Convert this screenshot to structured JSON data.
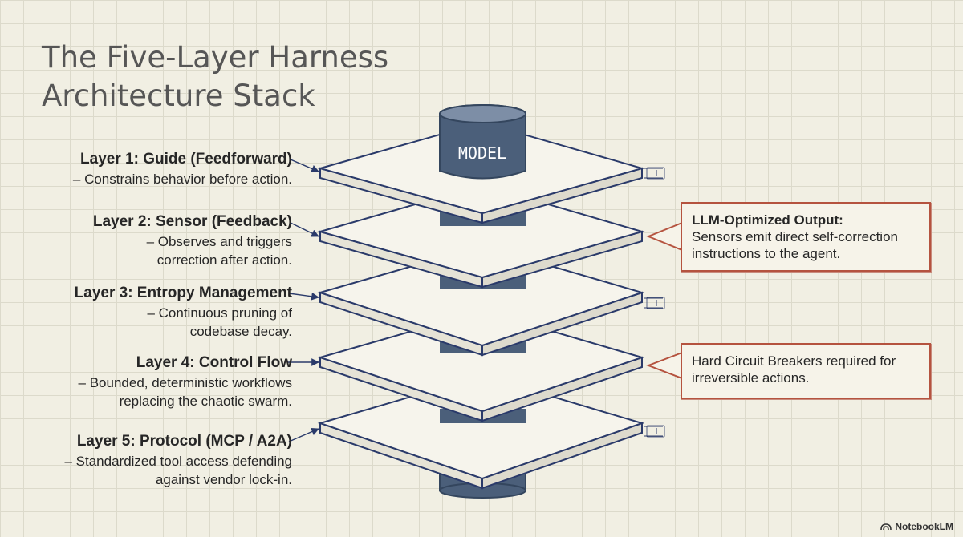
{
  "title": {
    "line1": "The Five-Layer Harness",
    "line2": "Architecture Stack"
  },
  "model_label": "MODEL",
  "layers": [
    {
      "name": "Layer 1: Guide (Feedforward)",
      "desc": "– Constrains behavior before action."
    },
    {
      "name": "Layer 2: Sensor (Feedback)",
      "desc": "– Observes and triggers correction after action."
    },
    {
      "name": "Layer 3: Entropy Management",
      "desc": "– Continuous pruning of codebase decay."
    },
    {
      "name": "Layer 4: Control Flow",
      "desc": "– Bounded, deterministic workflows replacing the chaotic swarm."
    },
    {
      "name": "Layer 5: Protocol (MCP / A2A)",
      "desc": "– Standardized tool access defending against vendor lock-in."
    }
  ],
  "callouts": [
    {
      "title": "LLM-Optimized Output:",
      "text": "Sensors emit direct self-correction instructions to the agent."
    },
    {
      "title": "",
      "text": "Hard Circuit Breakers required for irreversible actions."
    }
  ],
  "brand": "NotebookLM",
  "colors": {
    "background": "#f1efe3",
    "plate_fill": "#f6f4ec",
    "plate_stroke": "#2a3a6a",
    "cylinder": "#4b5f7a",
    "callout_border": "#b5533f"
  }
}
